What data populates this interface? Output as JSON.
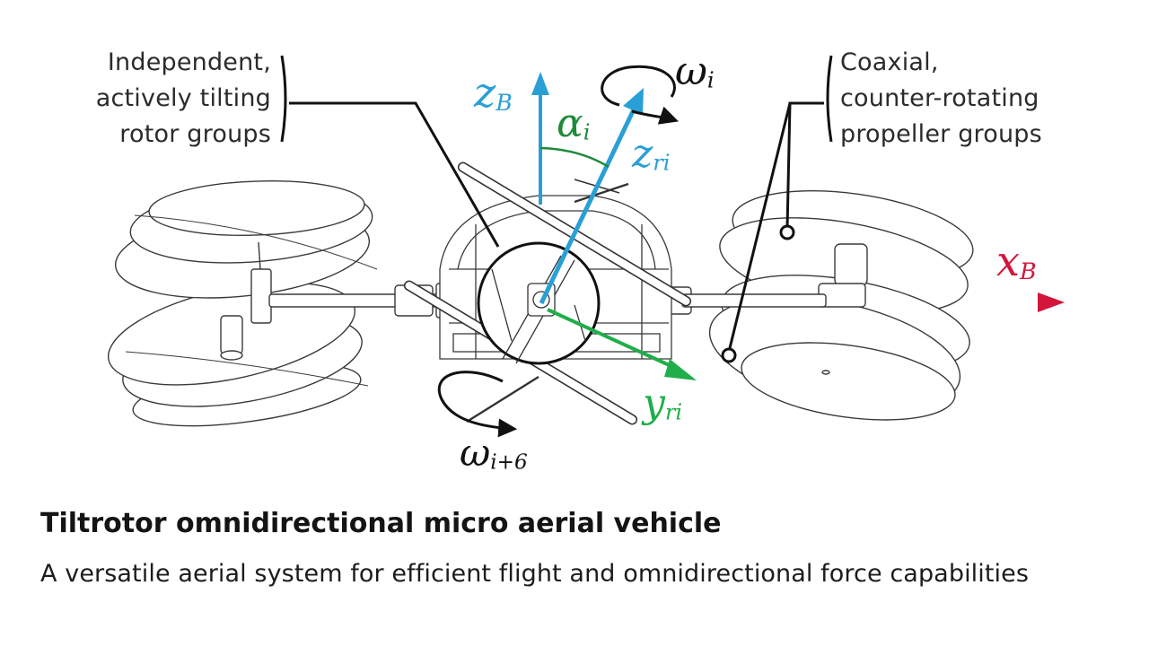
{
  "annotations": {
    "left": [
      "Independent,",
      "actively tilting",
      "rotor groups"
    ],
    "right": [
      "Coaxial,",
      "counter-rotating",
      "propeller groups"
    ]
  },
  "symbols": {
    "omega_i": {
      "main": "ω",
      "sub": "i"
    },
    "omega_i6": {
      "main": "ω",
      "sub": "i+6"
    },
    "z_B": {
      "main": "z",
      "sub": "B"
    },
    "alpha_i": {
      "main": "α",
      "sub": "i"
    },
    "z_ri": {
      "main": "z",
      "sub": "ri"
    },
    "x_B": {
      "main": "x",
      "sub": "B"
    },
    "y_ri": {
      "main": "y",
      "sub": "ri"
    }
  },
  "caption": {
    "title": "Tiltrotor omnidirectional micro aerial vehicle",
    "subtitle": "A versatile aerial system for efficient flight and omnidirectional force capabilities"
  },
  "colors": {
    "z_axis": "#2a9fd6",
    "x_axis": "#d4163c",
    "y_axis": "#1fae4a",
    "alpha_arc": "#1e8a3a",
    "line_art": "#333333",
    "text": "#2b2b2b"
  }
}
